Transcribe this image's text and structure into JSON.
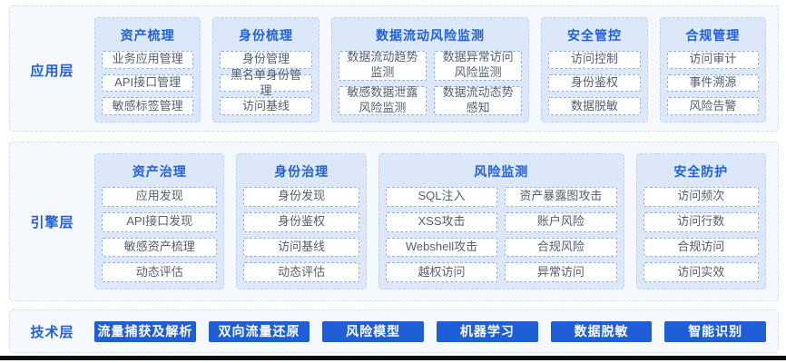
{
  "colors": {
    "accent_blue_text": "#2161dd",
    "group_background": "#dce8f9",
    "layer_background": "#f5f8fd",
    "item_border_blue": "#8cb0e8",
    "tech_button_blue": "#1e5ed6"
  },
  "layers": {
    "app": {
      "label": "应用层",
      "groups": [
        {
          "title": "资产梳理",
          "items": [
            "业务应用管理",
            "API接口管理",
            "敏感标签管理"
          ]
        },
        {
          "title": "身份梳理",
          "items": [
            "身份管理",
            "黑名单身份管理",
            "访问基线"
          ]
        },
        {
          "title": "数据流动风险监测",
          "items": [
            "数据流动趋势监测",
            "数据异常访问风险监测",
            "敏感数据泄露风险监测",
            "数据流动态势感知"
          ]
        },
        {
          "title": "安全管控",
          "items": [
            "访问控制",
            "身份鉴权",
            "数据脱敏"
          ]
        },
        {
          "title": "合规管理",
          "items": [
            "访问审计",
            "事件溯源",
            "风险告警"
          ]
        }
      ]
    },
    "engine": {
      "label": "引擎层",
      "groups": [
        {
          "title": "资产治理",
          "items": [
            "应用发现",
            "API接口发现",
            "敏感资产梳理",
            "动态评估"
          ]
        },
        {
          "title": "身份治理",
          "items": [
            "身份发现",
            "身份鉴权",
            "访问基线",
            "动态评估"
          ]
        },
        {
          "title": "风险监测",
          "items": [
            "SQL注入",
            "资产暴露图攻击",
            "XSS攻击",
            "账户风险",
            "Webshell攻击",
            "合规风险",
            "越权访问",
            "异常访问"
          ]
        },
        {
          "title": "安全防护",
          "items": [
            "访问频次",
            "访问行数",
            "合规访问",
            "访问实效"
          ]
        }
      ]
    },
    "tech": {
      "label": "技术层",
      "buttons": [
        "流量捕获及解析",
        "双向流量还原",
        "风险模型",
        "机器学习",
        "数据脱敏",
        "智能识别"
      ]
    }
  }
}
